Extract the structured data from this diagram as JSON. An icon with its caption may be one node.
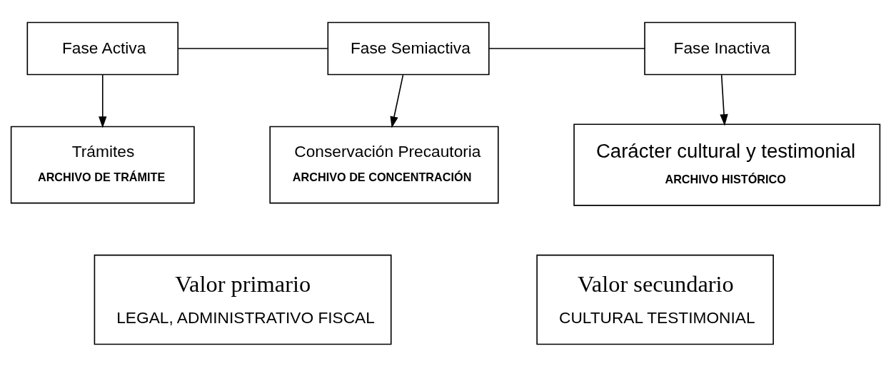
{
  "diagram": {
    "nodes": [
      {
        "text": [
          "Fase Activa"
        ]
      },
      {
        "text": [
          "Fase Semiactiva"
        ]
      },
      {
        "text": [
          "Fase Inactiva"
        ]
      },
      {
        "text": [
          "Trámites",
          "ARCHIVO DE TRÁMITE"
        ]
      },
      {
        "text": [
          "Conservación Precautoria",
          "ARCHIVO DE CONCENTRACIÓN"
        ]
      },
      {
        "text": [
          "Carácter cultural y testimonial",
          "ARCHIVO HISTÓRICO"
        ]
      },
      {
        "text": [
          "Valor primario",
          "LEGAL, ADMINISTRATIVO FISCAL"
        ]
      },
      {
        "text": [
          "Valor secundario",
          "CULTURAL TESTIMONIAL"
        ]
      }
    ],
    "edges": [
      {
        "from": 0,
        "to": 1,
        "arrow": "none"
      },
      {
        "from": 1,
        "to": 2,
        "arrow": "none"
      },
      {
        "from": 0,
        "to": 3,
        "arrow": "to"
      },
      {
        "from": 1,
        "to": 4,
        "arrow": "to"
      },
      {
        "from": 2,
        "to": 5,
        "arrow": "to"
      }
    ]
  }
}
